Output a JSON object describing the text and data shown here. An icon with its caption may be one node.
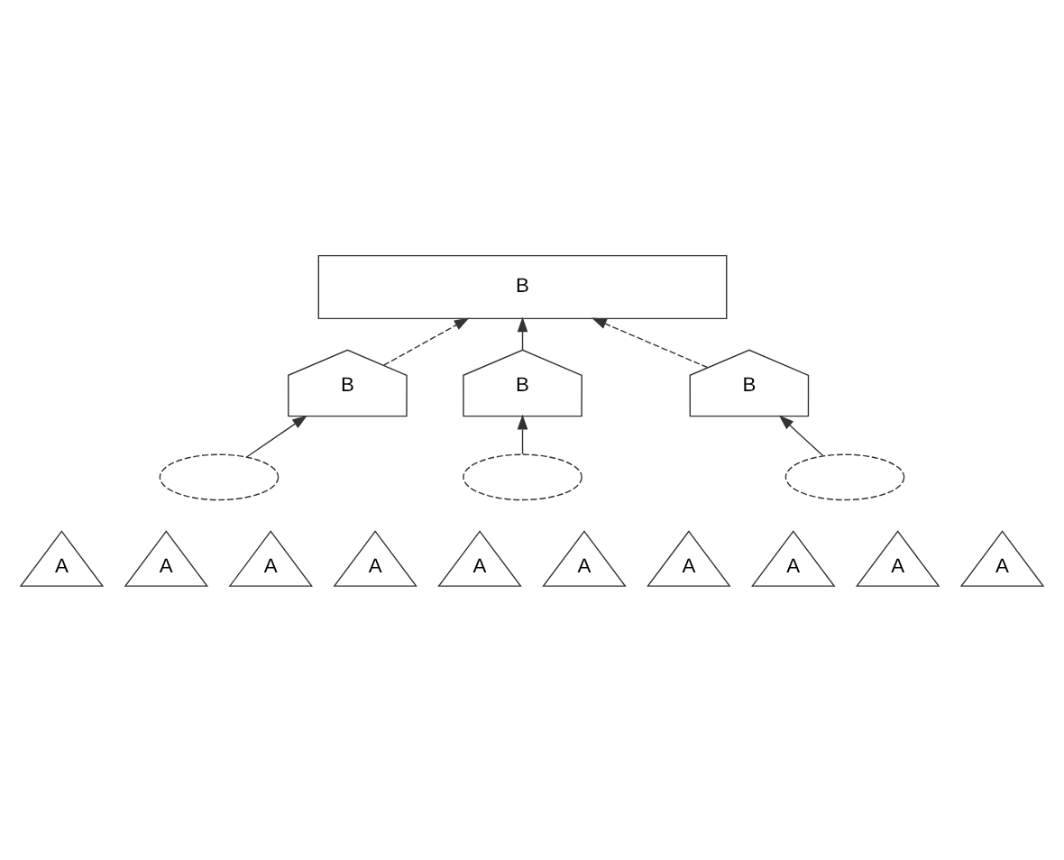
{
  "diagram": {
    "nodes": [
      {
        "text": [
          "B"
        ]
      },
      {
        "text": [
          "B"
        ]
      },
      {
        "text": [
          "B"
        ]
      },
      {
        "text": [
          "B"
        ]
      },
      {
        "text": [],
        "shape": "ellipse"
      },
      {
        "text": [
          "A"
        ]
      },
      {
        "text": [
          "A"
        ]
      },
      {
        "text": [
          "A"
        ]
      },
      {
        "text": [],
        "shape": "ellipse"
      },
      {
        "text": [
          "A"
        ]
      },
      {
        "text": [
          "A"
        ]
      },
      {
        "text": [
          "A"
        ]
      },
      {
        "text": [
          "A"
        ]
      },
      {
        "text": [],
        "shape": "ellipse"
      },
      {
        "text": [
          "A"
        ]
      },
      {
        "text": [
          "A"
        ]
      },
      {
        "text": [
          "A"
        ]
      }
    ],
    "edges": [
      {
        "from": 1,
        "to": 0,
        "arrow": "to",
        "style": "dashed"
      },
      {
        "from": 2,
        "to": 0,
        "arrow": "to"
      },
      {
        "from": 3,
        "to": 0,
        "arrow": "to",
        "style": "dashed"
      },
      {
        "from": 4,
        "to": 1,
        "arrow": "to"
      },
      {
        "from": 8,
        "to": 2,
        "arrow": "to"
      },
      {
        "from": 13,
        "to": 3,
        "arrow": "to"
      }
    ]
  }
}
